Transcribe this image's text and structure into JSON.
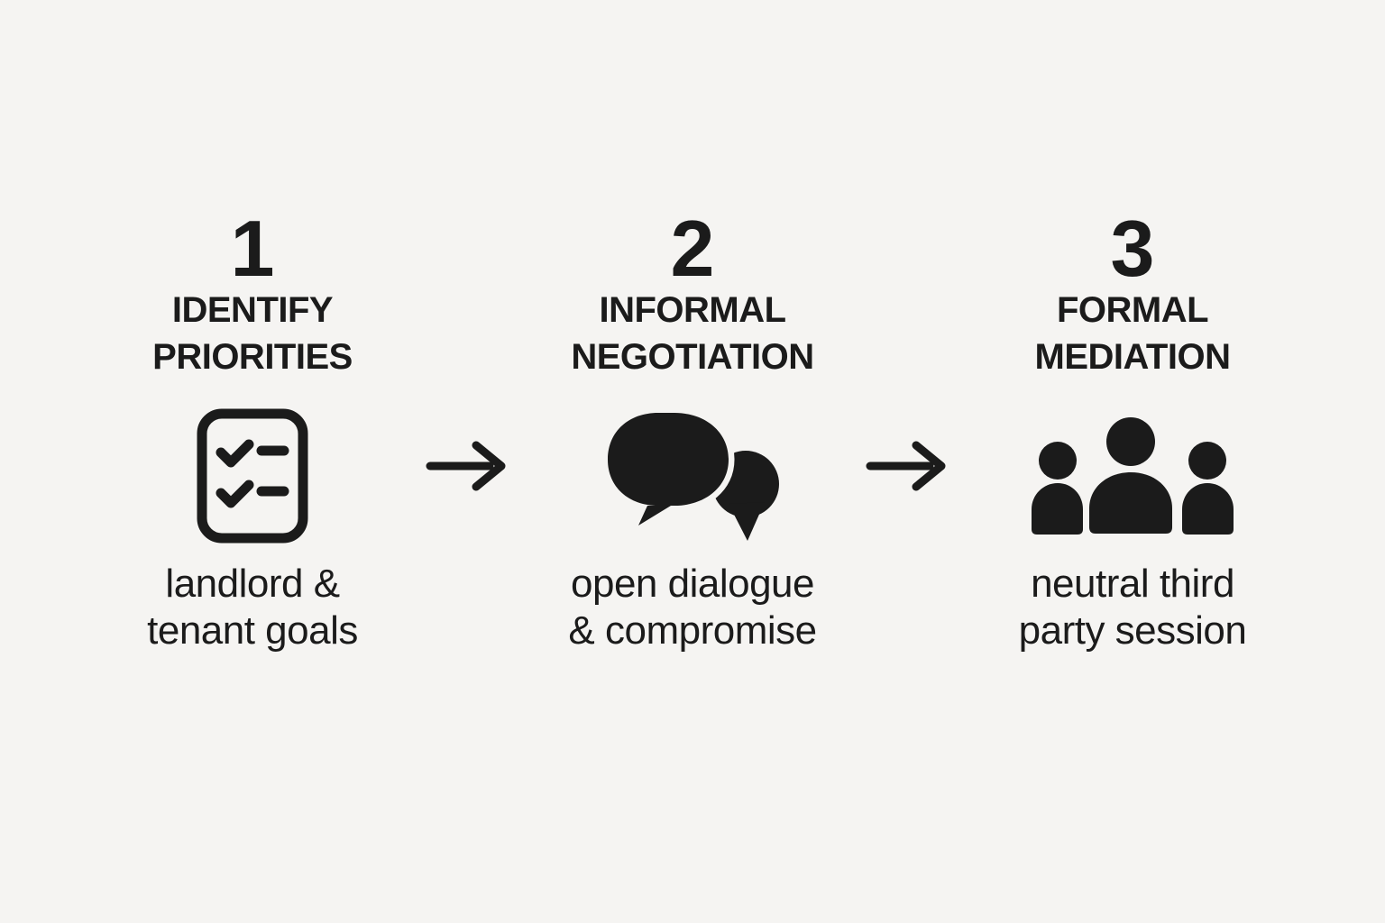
{
  "colors": {
    "background": "#f5f4f2",
    "ink": "#1b1b1b"
  },
  "steps": [
    {
      "number": "1",
      "title_line1": "IDENTIFY",
      "title_line2": "PRIORITIES",
      "icon": "checklist-icon",
      "caption_line1": "landlord &",
      "caption_line2": "tenant goals"
    },
    {
      "number": "2",
      "title_line1": "INFORMAL",
      "title_line2": "NEGOTIATION",
      "icon": "speech-bubbles-icon",
      "caption_line1": "open dialogue",
      "caption_line2": "& compromise"
    },
    {
      "number": "3",
      "title_line1": "FORMAL",
      "title_line2": "MEDIATION",
      "icon": "people-group-icon",
      "caption_line1": "neutral third",
      "caption_line2": "party session"
    }
  ],
  "arrows": [
    {
      "icon": "right-arrow-icon"
    },
    {
      "icon": "right-arrow-icon"
    }
  ]
}
